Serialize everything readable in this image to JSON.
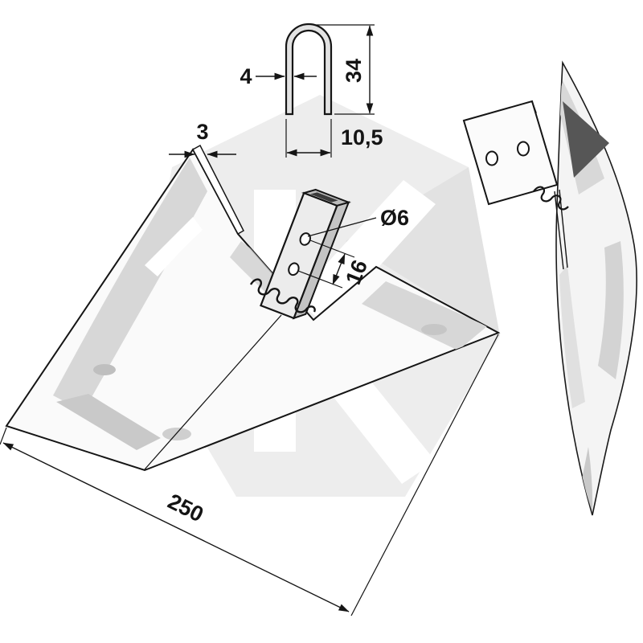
{
  "drawing": {
    "dimensions": {
      "wall_thickness": "4",
      "profile_height": "34",
      "profile_width": "10,5",
      "blade_thickness": "3",
      "hole_diameter": "Ø6",
      "hole_spacing": "16",
      "blade_width": "250"
    },
    "colors": {
      "line": "#151515",
      "background": "#ffffff",
      "steel_light": "#ececec",
      "steel_mid": "#d7d7d7",
      "steel_shadow": "#c4c4c4",
      "socket_opening": "#3a3a3a",
      "watermark": "#ededed"
    }
  }
}
